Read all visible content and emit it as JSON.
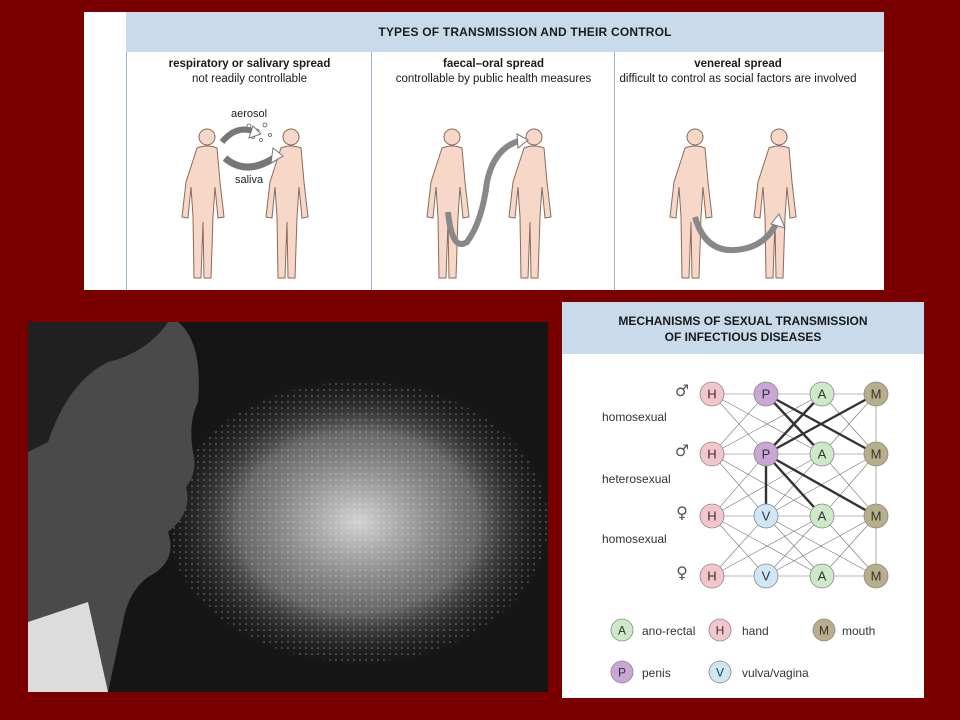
{
  "top": {
    "title": "TYPES OF TRANSMISSION AND THEIR CONTROL",
    "columns": [
      {
        "title": "respiratory or salivary spread",
        "subtitle": "not readily controllable",
        "labels": [
          "aerosol",
          "saliva"
        ]
      },
      {
        "title": "faecal–oral spread",
        "subtitle": "controllable by public health measures",
        "labels": []
      },
      {
        "title": "venereal spread",
        "subtitle": "difficult to control as social factors are involved",
        "labels": []
      }
    ]
  },
  "bottom_right": {
    "title_line1": "MECHANISMS OF SEXUAL TRANSMISSION",
    "title_line2": "OF INFECTIOUS DISEASES",
    "row_labels": [
      "homosexual",
      "heterosexual",
      "homosexual"
    ],
    "sex_symbols": [
      "♂",
      "♂",
      "♀",
      "♀"
    ],
    "rows": [
      [
        "H",
        "P",
        "A",
        "M"
      ],
      [
        "H",
        "P",
        "A",
        "M"
      ],
      [
        "H",
        "V",
        "A",
        "M"
      ],
      [
        "H",
        "V",
        "A",
        "M"
      ]
    ],
    "legend": [
      {
        "letter": "A",
        "label": "ano-rectal"
      },
      {
        "letter": "H",
        "label": "hand"
      },
      {
        "letter": "M",
        "label": "mouth"
      },
      {
        "letter": "P",
        "label": "penis"
      },
      {
        "letter": "V",
        "label": "vulva/vagina"
      }
    ],
    "colors": {
      "H": "#f4c6cc",
      "P": "#c9a6d6",
      "A": "#cde9c8",
      "M": "#b8ae8a",
      "V": "#cfe6f5"
    }
  }
}
